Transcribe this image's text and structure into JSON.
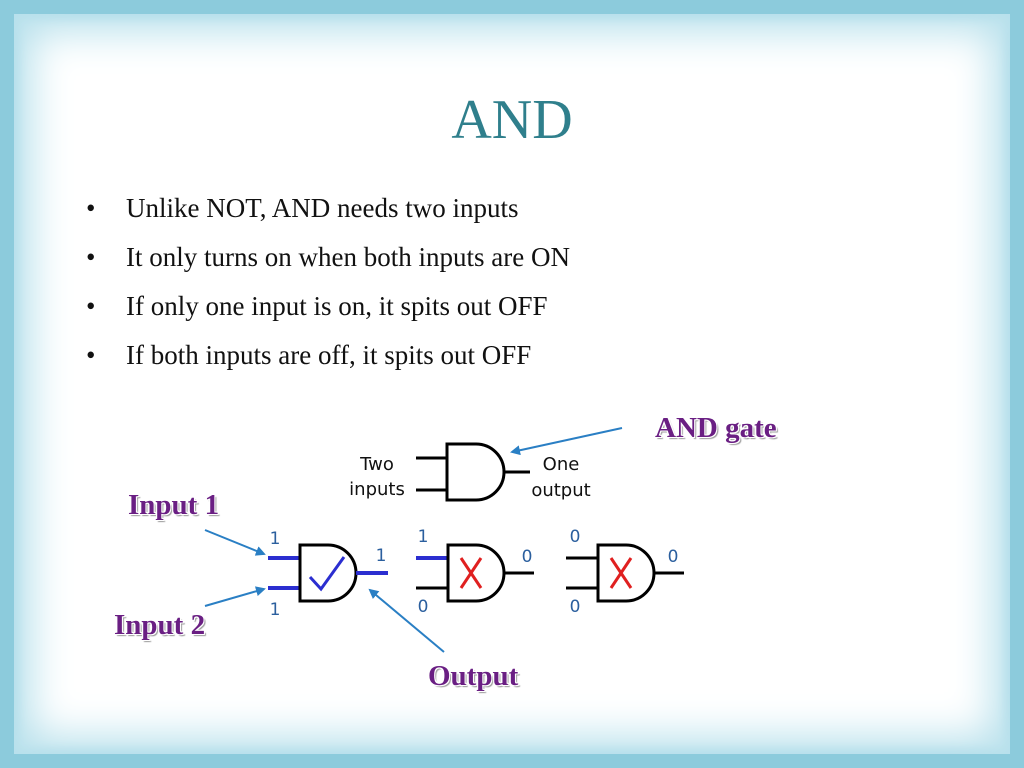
{
  "slide": {
    "title": "AND",
    "bullets": [
      "Unlike NOT, AND needs two inputs",
      "It only turns on when both inputs are ON",
      "If only one input is on, it spits out OFF",
      "If both inputs are off, it spits out OFF"
    ]
  },
  "callouts": {
    "and_gate": "AND gate",
    "input1": "Input 1",
    "input2": "Input 2",
    "output": "Output"
  },
  "diagram": {
    "top_gate": {
      "left_line1": "Two",
      "left_line2": "inputs",
      "right_line1": "One",
      "right_line2": "output"
    },
    "gates": [
      {
        "in1": "1",
        "in2": "1",
        "out": "1",
        "result": "check"
      },
      {
        "in1": "1",
        "in2": "0",
        "out": "0",
        "result": "cross"
      },
      {
        "in1": "0",
        "in2": "0",
        "out": "0",
        "result": "cross"
      }
    ]
  },
  "colors": {
    "border": "#8ccbdc",
    "title": "#2f7f8c",
    "callout_text": "#6a1f83",
    "arrow": "#2a7fc4",
    "active_wire": "#2b2ed0",
    "check": "#2b2ed0",
    "cross": "#e02020"
  }
}
